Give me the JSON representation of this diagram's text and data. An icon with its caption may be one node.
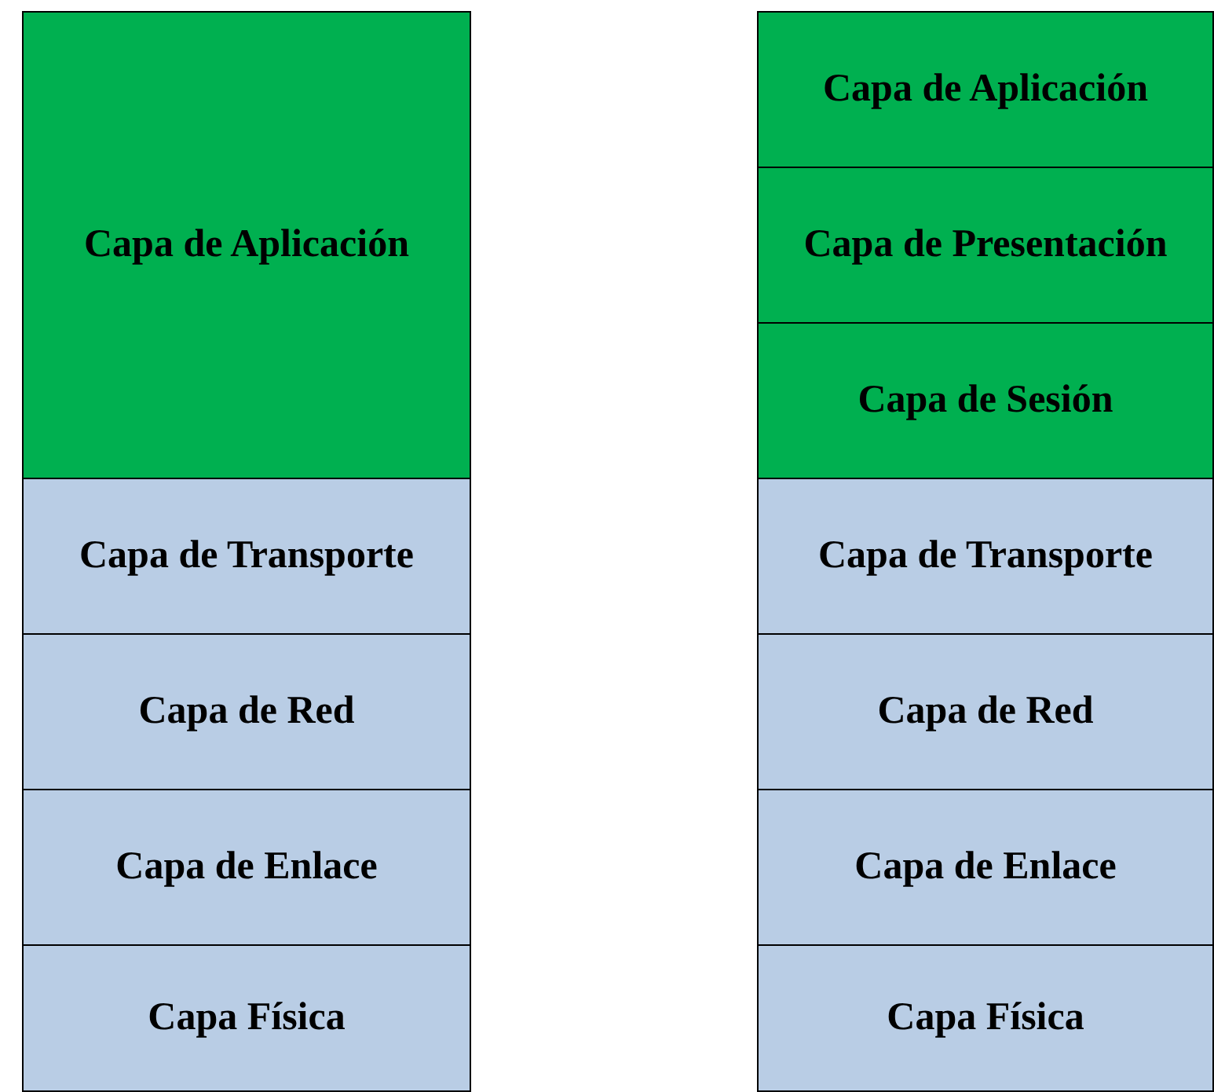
{
  "diagram": {
    "nodes": [
      {
        "text": [
          "Capa de Aplicación"
        ]
      },
      {
        "text": [
          "Capa de Transporte"
        ]
      },
      {
        "text": [
          "Capa de Red"
        ]
      },
      {
        "text": [
          "Capa de Enlace"
        ]
      },
      {
        "text": [
          "Capa Física"
        ]
      },
      {
        "text": [
          "Capa de Aplicación"
        ]
      },
      {
        "text": [
          "Capa de Presentación"
        ]
      },
      {
        "text": [
          "Capa de Sesión"
        ]
      },
      {
        "text": [
          "Capa de Transporte"
        ]
      },
      {
        "text": [
          "Capa de Red"
        ]
      },
      {
        "text": [
          "Capa de Enlace"
        ]
      },
      {
        "text": [
          "Capa Física"
        ]
      }
    ]
  }
}
